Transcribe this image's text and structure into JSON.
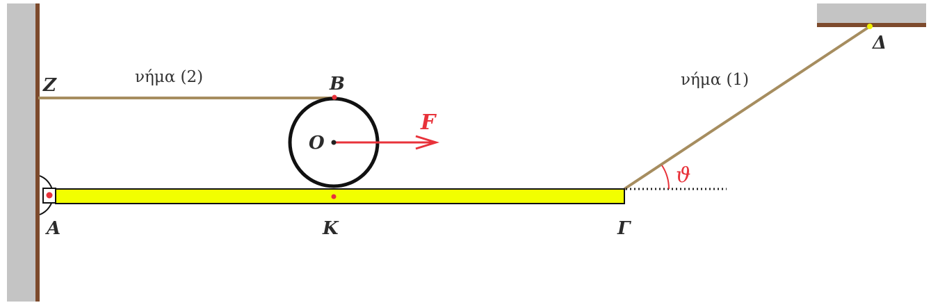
{
  "points": {
    "Z": "Z",
    "B": "B",
    "O": "O",
    "A": "A",
    "K": "K",
    "G": "Γ",
    "D": "Δ"
  },
  "threads": {
    "thread2": "νήμα (2)",
    "thread1": "νήμα (1)"
  },
  "force": {
    "label": "F"
  },
  "angle": {
    "label": "ϑ"
  },
  "colors": {
    "wall": "#c4c4c4",
    "wall_edge": "#7d4a2c",
    "rod": "#f2ff00",
    "thread": "#a68d5f",
    "force": "#e8323a",
    "point_dot": "#e8323a",
    "anchor_dot": "#f0f000"
  }
}
